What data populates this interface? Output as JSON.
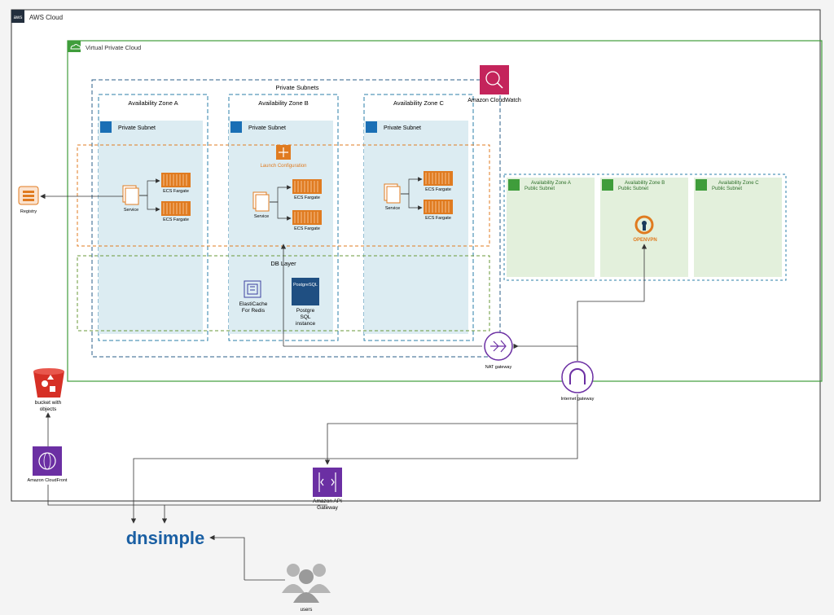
{
  "aws_cloud": {
    "label": "AWS Cloud",
    "badge": "aws"
  },
  "vpc": {
    "label": "Virtual Private Cloud"
  },
  "private_subnets": {
    "label": "Private Subnets"
  },
  "azs_private": [
    {
      "title": "Availability Zone A",
      "subnet": "Private Subnet"
    },
    {
      "title": "Availability Zone B",
      "subnet": "Private Subnet"
    },
    {
      "title": "Availability Zone C",
      "subnet": "Private Subnet"
    }
  ],
  "azs_public": [
    {
      "title": "Availability Zone A",
      "subnet": "Public Subnet"
    },
    {
      "title": "Availability Zone B",
      "subnet": "Public Subnet"
    },
    {
      "title": "Availability Zone C",
      "subnet": "Public Subnet"
    }
  ],
  "launch_config": {
    "label": "Launch Configuration"
  },
  "service_label": "Service",
  "ecs_label": "ECS Fargate",
  "registry": {
    "label": "Registry"
  },
  "cloudwatch": {
    "label": "Amazon CloudWatch"
  },
  "db_layer": {
    "label": "DB Layer"
  },
  "elasticache": {
    "label": "ElastiCache For Redis"
  },
  "postgres": {
    "badge": "PostgreSQL",
    "label": "Postgre SQL instance"
  },
  "openvpn": {
    "label": "OPENVPN"
  },
  "nat": {
    "label": "NAT gateway"
  },
  "igw": {
    "label": "Internet gateway"
  },
  "s3": {
    "label": "bucket with objects"
  },
  "cloudfront": {
    "label": "Amazon CloudFront"
  },
  "apigw": {
    "label": "Amazon API Gateway"
  },
  "dnsimple": {
    "label": "dnsimple"
  },
  "users": {
    "label": "users"
  },
  "colors": {
    "orange": "#e07b20",
    "green": "#3f9d3b",
    "blue": "#1a6fb5",
    "purple": "#6b2fa3",
    "pink": "#c4245b",
    "red": "#d63026",
    "teal": "#2b7fa8"
  }
}
